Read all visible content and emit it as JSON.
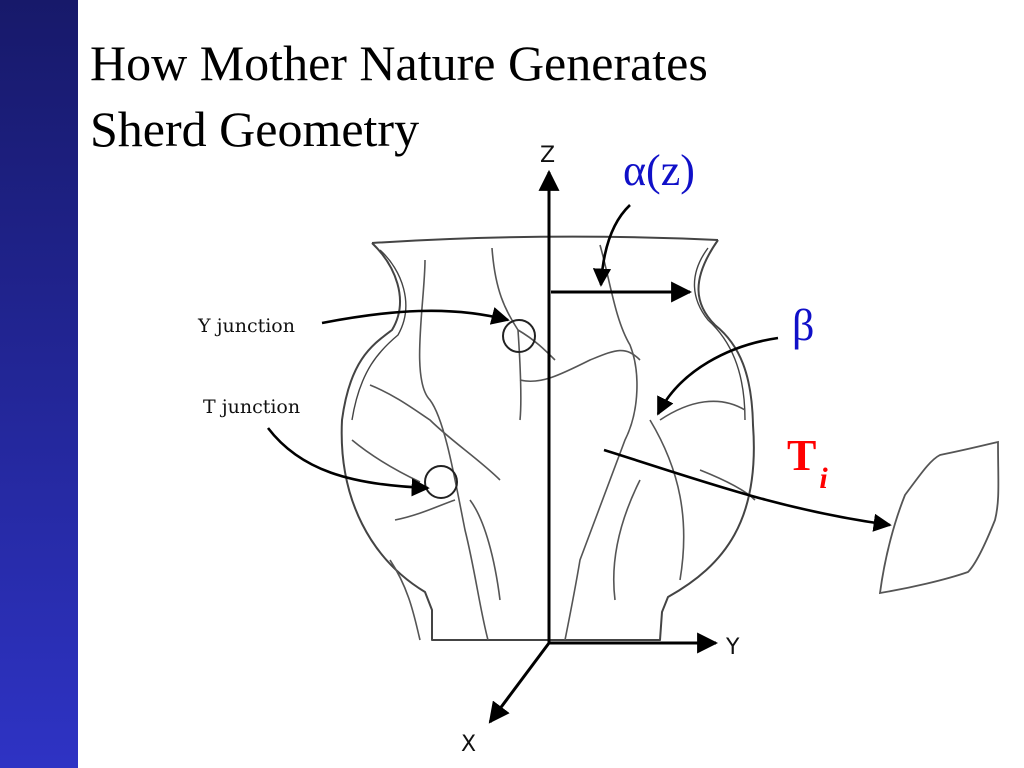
{
  "slide": {
    "title_line1": "How Mother Nature Generates",
    "title_line2": "Sherd Geometry"
  },
  "diagram": {
    "axes": {
      "z": "Z",
      "y": "Y",
      "x": "X"
    },
    "labels": {
      "y_junction": "Y junction",
      "t_junction": "T junction",
      "alpha": "α(z)",
      "beta": "β",
      "t_main": "T",
      "t_sub": "i"
    },
    "colors": {
      "alpha": "#1010c8",
      "beta": "#1010c8",
      "t_label": "#ff0000",
      "sidebar_top": "#17196a",
      "sidebar_bottom": "#2e33c4"
    }
  }
}
